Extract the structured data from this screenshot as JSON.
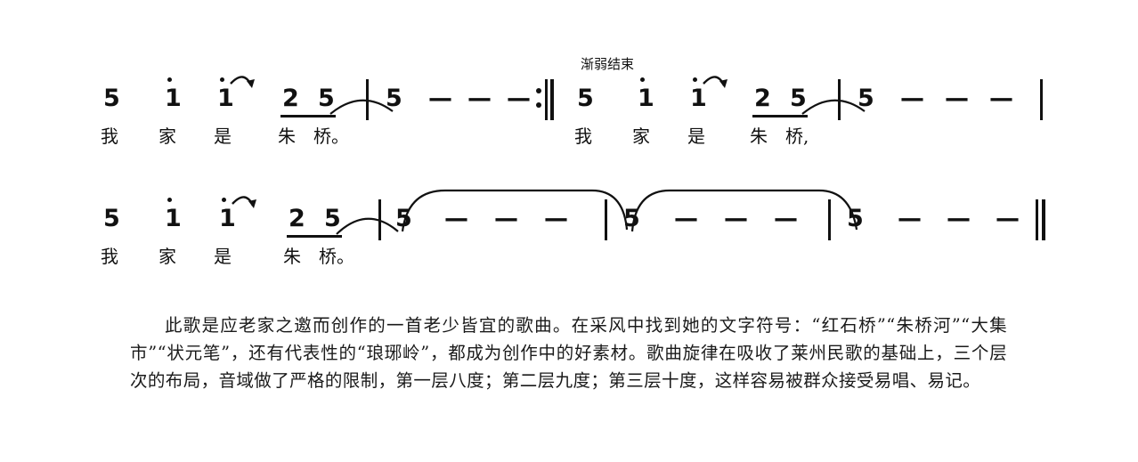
{
  "document": {
    "type": "jianpu-numbered-musical-notation",
    "title": "",
    "ink_color": "#111111",
    "background_color": "#ffffff"
  },
  "score": {
    "expression_mark": "渐弱结束",
    "systems": [
      {
        "id": "system-1",
        "measures": [
          {
            "id": "m1",
            "notes": [
              {
                "value": "5",
                "octave": "middle",
                "duration": "quarter"
              },
              {
                "value": "1",
                "octave": "high",
                "duration": "quarter"
              },
              {
                "value": "1",
                "octave": "high",
                "duration": "quarter",
                "ornament": "portamento-down"
              },
              {
                "value": "2",
                "octave": "middle",
                "duration": "eighth",
                "beamed": true
              },
              {
                "value": "5",
                "octave": "middle",
                "duration": "eighth",
                "beamed": true
              }
            ],
            "lyrics": [
              "我",
              "家",
              "是",
              "朱",
              "桥。"
            ]
          },
          {
            "id": "m2",
            "notes": [
              {
                "value": "5",
                "octave": "middle",
                "duration": "whole",
                "tied_from_previous": true
              },
              {
                "value": "-",
                "type": "dash"
              },
              {
                "value": "-",
                "type": "dash"
              },
              {
                "value": "-",
                "type": "dash"
              }
            ],
            "lyrics": [],
            "ending": "repeat-end"
          },
          {
            "id": "m3",
            "notes": [
              {
                "value": "5",
                "octave": "middle",
                "duration": "quarter"
              },
              {
                "value": "1",
                "octave": "high",
                "duration": "quarter"
              },
              {
                "value": "1",
                "octave": "high",
                "duration": "quarter",
                "ornament": "portamento-down"
              },
              {
                "value": "2",
                "octave": "middle",
                "duration": "eighth",
                "beamed": true
              },
              {
                "value": "5",
                "octave": "middle",
                "duration": "eighth",
                "beamed": true
              }
            ],
            "lyrics": [
              "我",
              "家",
              "是",
              "朱",
              "桥,"
            ]
          },
          {
            "id": "m4",
            "notes": [
              {
                "value": "5",
                "octave": "middle",
                "duration": "whole",
                "tied_from_previous": true
              },
              {
                "value": "-",
                "type": "dash"
              },
              {
                "value": "-",
                "type": "dash"
              },
              {
                "value": "-",
                "type": "dash"
              }
            ],
            "lyrics": []
          }
        ]
      },
      {
        "id": "system-2",
        "measures": [
          {
            "id": "m5",
            "notes": [
              {
                "value": "5",
                "octave": "middle",
                "duration": "quarter"
              },
              {
                "value": "1",
                "octave": "high",
                "duration": "quarter"
              },
              {
                "value": "1",
                "octave": "high",
                "duration": "quarter",
                "ornament": "portamento-down"
              },
              {
                "value": "2",
                "octave": "middle",
                "duration": "eighth",
                "beamed": true
              },
              {
                "value": "5",
                "octave": "middle",
                "duration": "eighth",
                "beamed": true
              }
            ],
            "lyrics": [
              "我",
              "家",
              "是",
              "朱",
              "桥。"
            ]
          },
          {
            "id": "m6",
            "notes": [
              {
                "value": "5",
                "octave": "middle",
                "duration": "whole",
                "tied_from_previous": true,
                "tied_to_next": true
              },
              {
                "value": "-",
                "type": "dash"
              },
              {
                "value": "-",
                "type": "dash"
              },
              {
                "value": "-",
                "type": "dash"
              }
            ],
            "lyrics": []
          },
          {
            "id": "m7",
            "notes": [
              {
                "value": "5",
                "octave": "middle",
                "duration": "whole",
                "tied_from_previous": true,
                "tied_to_next": true
              },
              {
                "value": "-",
                "type": "dash"
              },
              {
                "value": "-",
                "type": "dash"
              },
              {
                "value": "-",
                "type": "dash"
              }
            ],
            "lyrics": []
          },
          {
            "id": "m8",
            "notes": [
              {
                "value": "5",
                "octave": "middle",
                "duration": "whole",
                "tied_from_previous": true
              },
              {
                "value": "-",
                "type": "dash"
              },
              {
                "value": "-",
                "type": "dash"
              },
              {
                "value": "-",
                "type": "dash"
              }
            ],
            "lyrics": [],
            "ending": "final-double-barline"
          }
        ]
      }
    ],
    "glyphs": {
      "dash": "—",
      "note_5": "5",
      "note_1": "1",
      "note_2": "2"
    }
  },
  "commentary": {
    "text": "此歌是应老家之邀而创作的一首老少皆宜的歌曲。在采风中找到她的文字符号：“红石桥”“朱桥河”“大集市”“状元笔”，还有代表性的“琅琊岭”，都成为创作中的好素材。歌曲旋律在吸收了莱州民歌的基础上，三个层次的布局，音域做了严格的限制，第一层八度；第二层九度；第三层十度，这样容易被群众接受易唱、易记。"
  }
}
